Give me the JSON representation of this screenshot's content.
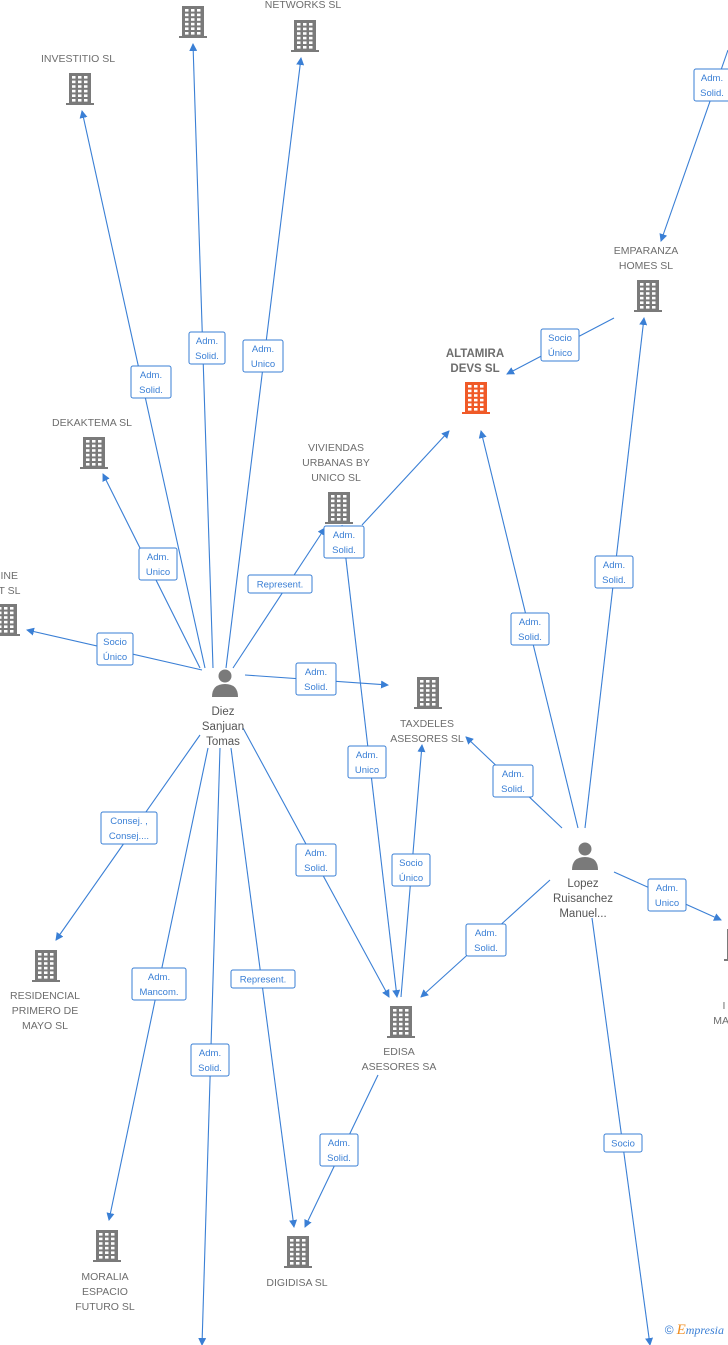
{
  "colors": {
    "edge": "#3a7fd5",
    "building": "#7a7a7a",
    "building_main": "#f05a28",
    "person": "#7a7a7a"
  },
  "nodes": [
    {
      "id": "top1",
      "kind": "company",
      "lines": []
    },
    {
      "id": "networks",
      "kind": "company",
      "lines": [
        "NETWORKS  SL"
      ]
    },
    {
      "id": "investitio",
      "kind": "company",
      "lines": [
        "INVESTITIO  SL"
      ]
    },
    {
      "id": "altamira",
      "kind": "company-main",
      "lines": [
        "ALTAMIRA",
        "DEVS  SL"
      ]
    },
    {
      "id": "emparanza",
      "kind": "company",
      "lines": [
        "EMPARANZA",
        "HOMES  SL"
      ]
    },
    {
      "id": "dekaktema",
      "kind": "company",
      "lines": [
        "DEKAKTEMA  SL"
      ]
    },
    {
      "id": "viviendas",
      "kind": "company",
      "lines": [
        "VIVIENDAS",
        "URBANAS BY",
        "UNICO  SL"
      ]
    },
    {
      "id": "fine",
      "kind": "company",
      "lines": [
        "FINE",
        "ET  SL"
      ]
    },
    {
      "id": "taxdeles",
      "kind": "company",
      "lines": [
        "TAXDELES",
        "ASESORES  SL"
      ]
    },
    {
      "id": "diez",
      "kind": "person",
      "lines": [
        "Diez",
        "Sanjuan",
        "Tomas"
      ]
    },
    {
      "id": "lopez",
      "kind": "person",
      "lines": [
        "Lopez",
        "Ruisanchez",
        "Manuel..."
      ]
    },
    {
      "id": "residencial",
      "kind": "company",
      "lines": [
        "RESIDENCIAL",
        "PRIMERO DE",
        "MAYO  SL"
      ]
    },
    {
      "id": "edisa",
      "kind": "company",
      "lines": [
        "EDISA",
        "ASESORES SA"
      ]
    },
    {
      "id": "mat",
      "kind": "company",
      "lines": [
        "I",
        "MAT"
      ]
    },
    {
      "id": "moralia",
      "kind": "company",
      "lines": [
        "MORALIA",
        "ESPACIO",
        "FUTURO SL"
      ]
    },
    {
      "id": "digidisa",
      "kind": "company",
      "lines": [
        "DIGIDISA  SL"
      ]
    }
  ],
  "edges": [
    {
      "from": "diez",
      "to": "top1",
      "label": [
        "Adm.",
        "Solid."
      ]
    },
    {
      "from": "diez",
      "to": "networks",
      "label": [
        "Adm.",
        "Unico"
      ]
    },
    {
      "from": "diez",
      "to": "investitio",
      "label": [
        "Adm.",
        "Solid."
      ]
    },
    {
      "from": "diez",
      "to": "dekaktema",
      "label": [
        "Adm.",
        "Unico"
      ]
    },
    {
      "from": "diez",
      "to": "fine",
      "label": [
        "Socio",
        "Único"
      ]
    },
    {
      "from": "diez",
      "to": "viviendas",
      "label": [
        "Represent."
      ]
    },
    {
      "from": "viviendas",
      "to": "altamira",
      "label": [
        "Adm.",
        "Solid."
      ]
    },
    {
      "from": "diez",
      "to": "taxdeles",
      "label": [
        "Adm.",
        "Solid."
      ]
    },
    {
      "from": "diez",
      "to": "residencial",
      "label": [
        "Consej. ,",
        "Consej...."
      ]
    },
    {
      "from": "diez",
      "to": "moralia",
      "label": [
        "Adm.",
        "Mancom."
      ]
    },
    {
      "from": "diez",
      "to": "bottom",
      "label": [
        "Adm.",
        "Solid."
      ]
    },
    {
      "from": "diez",
      "to": "digidisa",
      "label": [
        "Represent."
      ]
    },
    {
      "from": "diez",
      "to": "edisa",
      "label": [
        "Adm.",
        "Solid."
      ]
    },
    {
      "from": "viviendas",
      "to": "edisa",
      "label": [
        "Adm.",
        "Unico"
      ]
    },
    {
      "from": "edisa",
      "to": "taxdeles",
      "label": [
        "Socio",
        "Único"
      ]
    },
    {
      "from": "edisa",
      "to": "digidisa",
      "label": [
        "Adm.",
        "Solid."
      ]
    },
    {
      "from": "lopez",
      "to": "taxdeles",
      "label": [
        "Adm.",
        "Solid."
      ]
    },
    {
      "from": "lopez",
      "to": "altamira",
      "label": [
        "Adm.",
        "Solid."
      ]
    },
    {
      "from": "lopez",
      "to": "emparanza",
      "label": [
        "Adm.",
        "Solid."
      ]
    },
    {
      "from": "emparanza",
      "to": "altamira",
      "label": [
        "Socio",
        "Único"
      ]
    },
    {
      "from": "topright",
      "to": "emparanza",
      "label": [
        "Adm.",
        "Solid."
      ]
    },
    {
      "from": "lopez",
      "to": "edisa",
      "label": [
        "Adm.",
        "Solid."
      ]
    },
    {
      "from": "lopez",
      "to": "mat",
      "label": [
        "Adm.",
        "Unico"
      ]
    },
    {
      "from": "lopez",
      "to": "bottomright",
      "label": [
        "Socio"
      ]
    }
  ],
  "footer": {
    "copyright": "©",
    "brand_initial": "E",
    "brand_rest": "mpresia"
  }
}
